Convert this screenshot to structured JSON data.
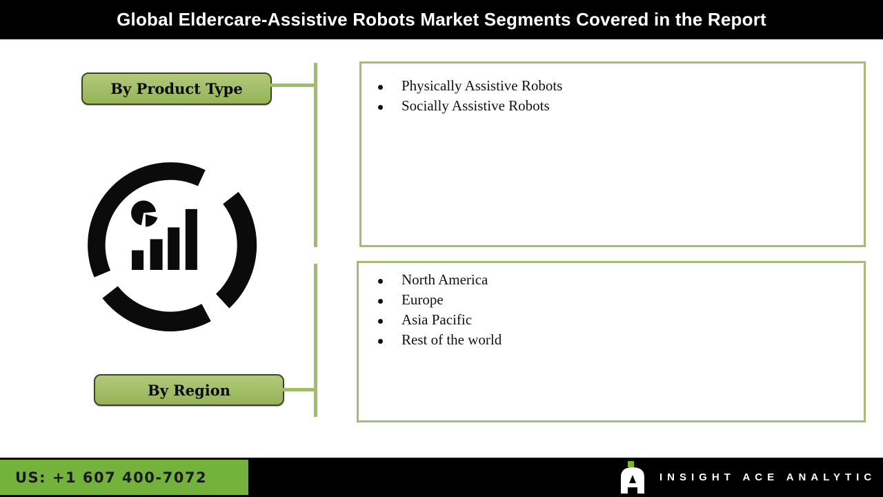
{
  "header": {
    "title": "Global Eldercare-Assistive Robots Market Segments Covered in the Report"
  },
  "segments": [
    {
      "label": "By Product Type",
      "items": [
        "Physically Assistive Robots",
        "Socially Assistive Robots"
      ]
    },
    {
      "label": "By Region",
      "items": [
        "North America",
        "Europe",
        "Asia Pacific",
        "Rest of the world"
      ]
    }
  ],
  "icon": {
    "name": "market-analytics-icon"
  },
  "footer": {
    "phone": "US: +1 607 400-7072",
    "brand": "INSIGHT ACE ANALYTIC"
  },
  "colors": {
    "bar_black": "#000000",
    "button_green": "#9dbb5c",
    "button_border": "#3c451f",
    "line_green": "#9fbf66",
    "box_border_green": "#a3bd78",
    "footer_green": "#73b33c",
    "logo_green": "#76b82a",
    "icon_black": "#0b0b0b"
  }
}
